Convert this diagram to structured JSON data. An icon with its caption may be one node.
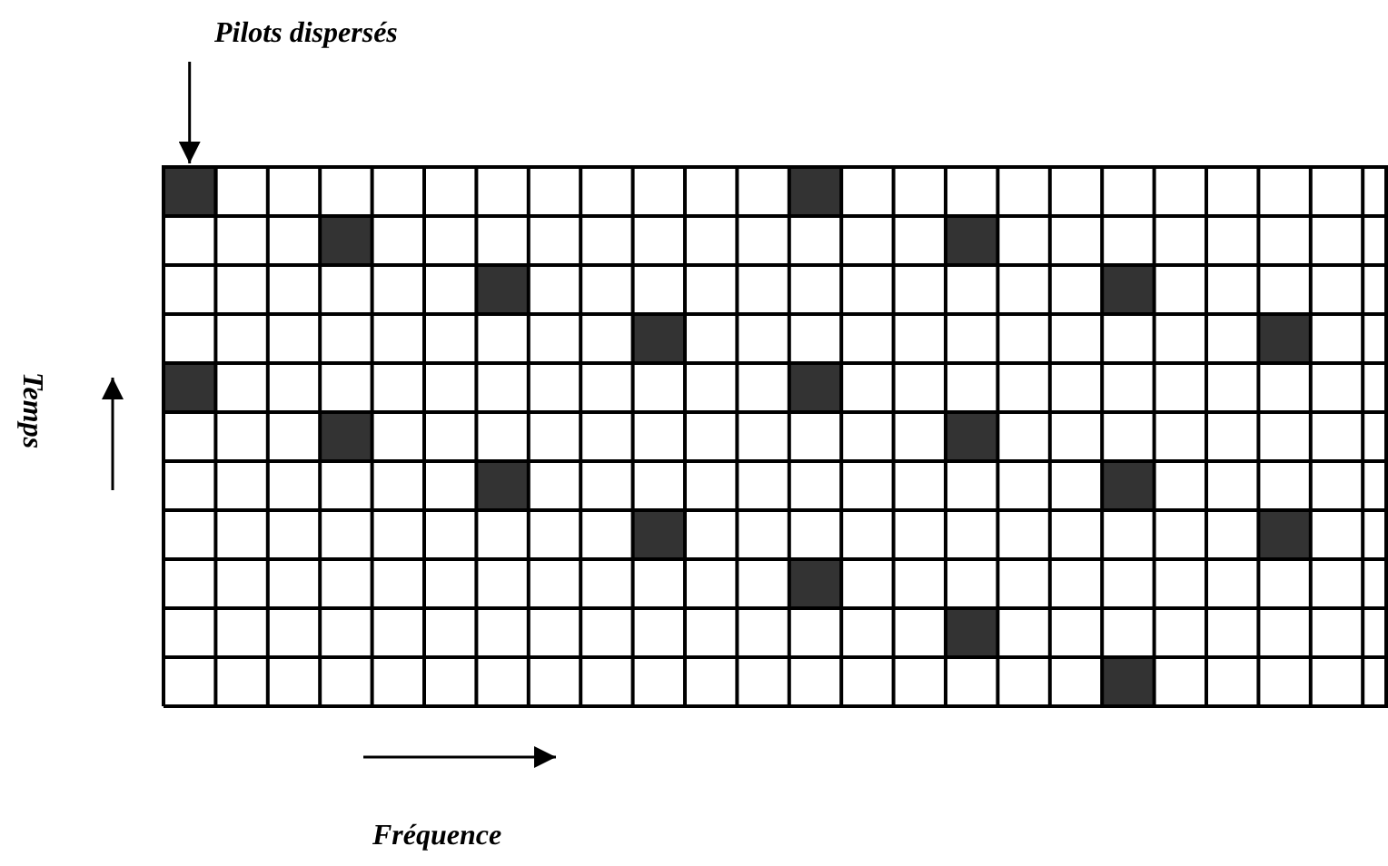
{
  "diagram": {
    "nodes": [
      {
        "text": [
          "Pilots dispersés"
        ]
      },
      {
        "text": [],
        "shape": "box"
      }
    ],
    "edges": [
      {
        "from": 0,
        "to": 1,
        "arrow": "to"
      }
    ],
    "labels": [
      "Temps",
      "Fréquence"
    ]
  }
}
